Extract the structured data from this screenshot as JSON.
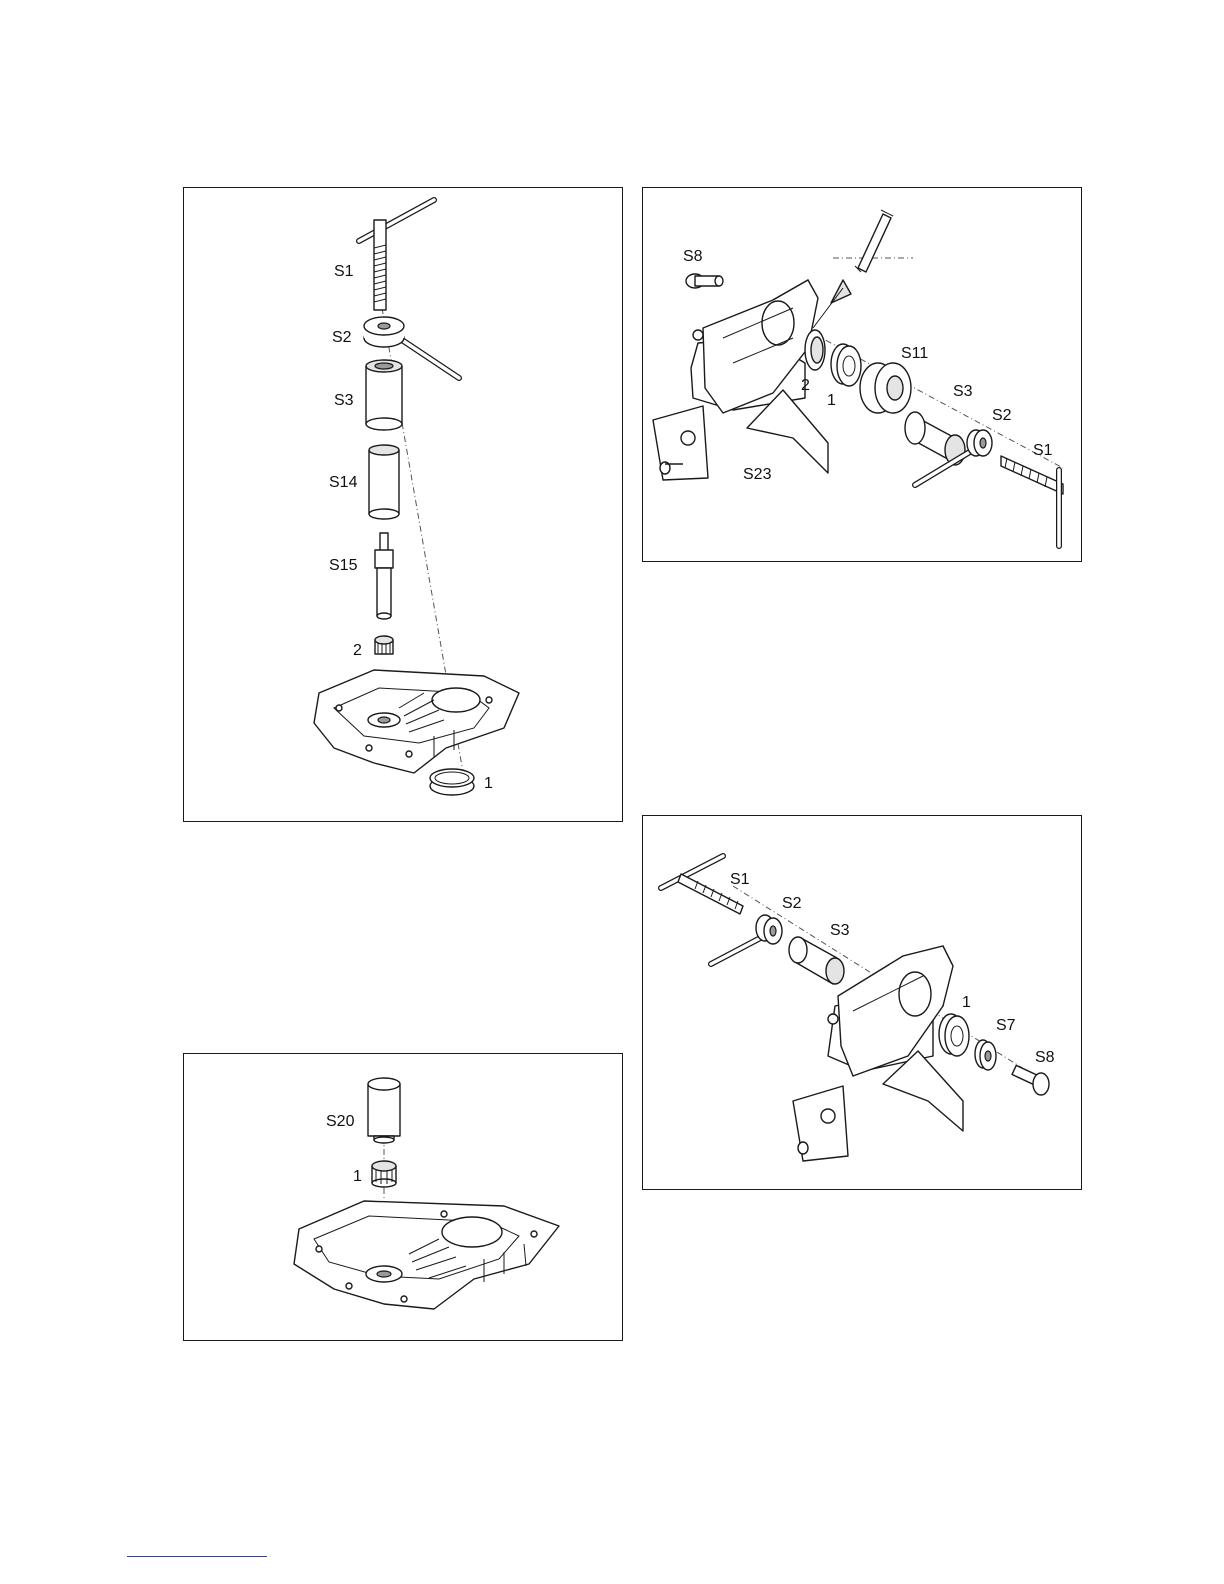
{
  "panels": {
    "top_left": {
      "labels": {
        "s1": "S1",
        "s2": "S2",
        "s3": "S3",
        "s14": "S14",
        "s15": "S15",
        "p2": "2",
        "p1": "1"
      }
    },
    "top_right": {
      "labels": {
        "s8": "S8",
        "s11": "S11",
        "p2": "2",
        "p1": "1",
        "s3": "S3",
        "s2": "S2",
        "s1": "S1",
        "s23": "S23"
      }
    },
    "bottom_right": {
      "labels": {
        "s1": "S1",
        "s2": "S2",
        "s3": "S3",
        "p1": "1",
        "s7": "S7",
        "s8": "S8"
      }
    },
    "bottom_left": {
      "labels": {
        "s20": "S20",
        "p1": "1"
      }
    }
  }
}
